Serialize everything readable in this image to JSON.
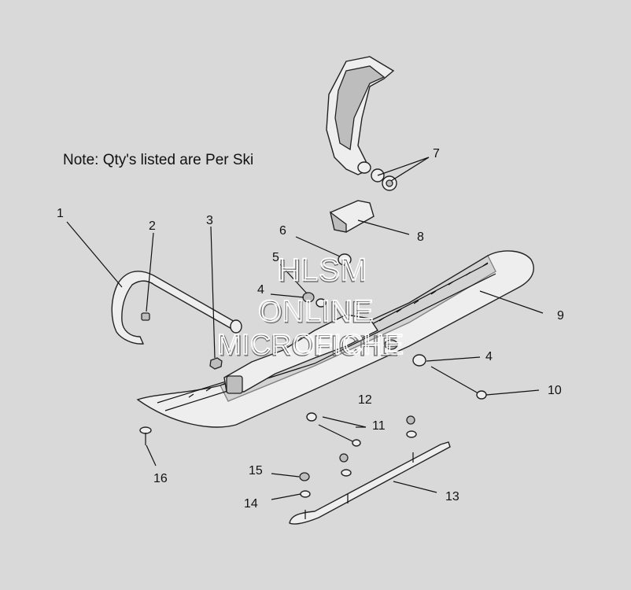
{
  "note": "Note: Qty's listed are Per Ski",
  "watermark": {
    "line1": "HLSM",
    "line2": "ONLINE",
    "line3": "MICROFICHE"
  },
  "callouts": [
    "1",
    "2",
    "3",
    "4",
    "4",
    "5",
    "6",
    "7",
    "8",
    "9",
    "10",
    "11",
    "12",
    "13",
    "14",
    "15",
    "16"
  ],
  "colors": {
    "background": "#d9d9d9",
    "line": "#222222",
    "part_fill": "#eeeeee"
  }
}
